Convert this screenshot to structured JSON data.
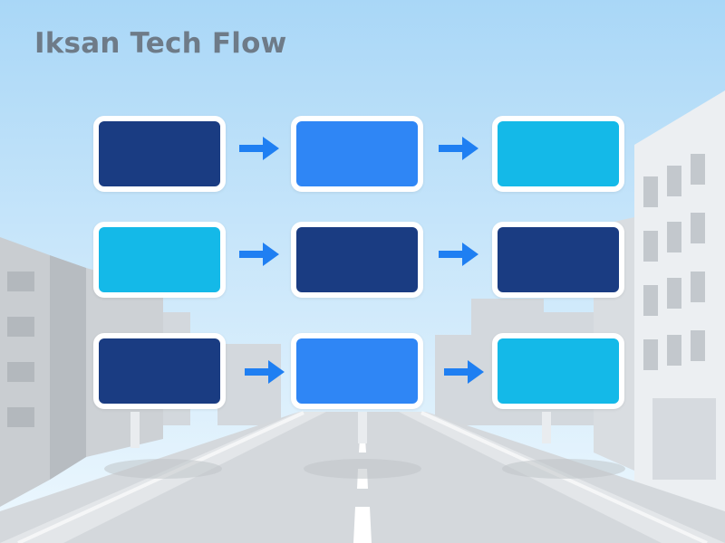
{
  "header": {
    "title": "Iksan Tech Flow"
  },
  "colors": {
    "sky_top": "#a9d7f7",
    "sky_bottom": "#eef8fe",
    "navy": "#1a3c82",
    "blue": "#2f86f5",
    "cyan": "#14b9e8",
    "arrow": "#1f7ff2",
    "title": "#6e7b88"
  },
  "grid": {
    "rows": [
      [
        "navy",
        "blue",
        "cyan"
      ],
      [
        "cyan",
        "navy",
        "navy"
      ],
      [
        "navy",
        "blue",
        "cyan"
      ]
    ],
    "arrows_per_row": 2
  }
}
